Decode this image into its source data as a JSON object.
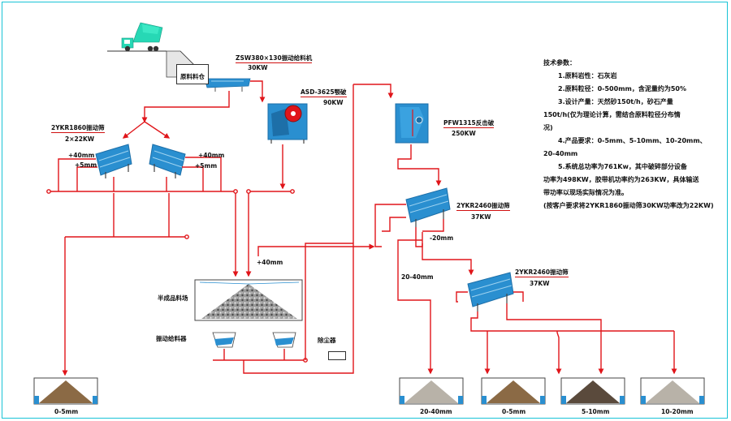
{
  "colors": {
    "flow_line": "#e0151a",
    "equipment": "#2a8fd0",
    "equipment_dark": "#1d6fa8",
    "frame": "#19c3d6",
    "truck": "#27d8b5",
    "stone_light": "#b8b2a8",
    "stone_brown": "#8b6a45",
    "stone_dark": "#5a4a3c"
  },
  "equipment": {
    "feeder": {
      "name": "ZSW380×130振动给料机",
      "power": "30KW"
    },
    "jaw_crusher": {
      "name": "ASD-3625颚破",
      "power": "90KW"
    },
    "screen_left": {
      "name": "2YKR1860振动筛",
      "power": "2×22KW"
    },
    "impact_crusher": {
      "name": "PFW1315反击破",
      "power": "250KW"
    },
    "screen_mid": {
      "name": "2YKR2460振动筛",
      "power": "37KW"
    },
    "screen_low": {
      "name": "2YKR2460振动筛",
      "power": "37KW"
    }
  },
  "labels": {
    "raw_bin": "原料料仓",
    "stockpile": "半成品料场",
    "vibro_feeders": "振动给料器",
    "dust": "除尘器",
    "plus40_a": "+40mm",
    "plus5_a": "+5mm",
    "plus40_b": "+40mm",
    "plus5_b": "+5mm",
    "plus40_c": "+40mm",
    "minus20": "-20mm",
    "range_20_40": "20-40mm"
  },
  "products": [
    {
      "label": "0-5mm",
      "tone": "brown"
    },
    {
      "label": "20-40mm",
      "tone": "light"
    },
    {
      "label": "0-5mm",
      "tone": "brown"
    },
    {
      "label": "5-10mm",
      "tone": "dark"
    },
    {
      "label": "10-20mm",
      "tone": "light"
    }
  ],
  "tech_params": {
    "title": "技术参数：",
    "lines": [
      {
        "text": "1.原料岩性：石灰岩",
        "indent": true
      },
      {
        "text": "2.原料粒径：0-500mm，含泥量约为50%",
        "indent": true
      },
      {
        "text": "3.设计产量：天然砂150t/h，砂石产量",
        "indent": true
      },
      {
        "text": "150t/h(仅为理论计算，需结合原料粒径分布情",
        "indent": false
      },
      {
        "text": "况)",
        "indent": false
      },
      {
        "text": "4.产品要求：0-5mm、5-10mm、10-20mm、",
        "indent": true
      },
      {
        "text": "20-40mm",
        "indent": false
      },
      {
        "text": "5.系统总功率为761Kw，其中破碎部分设备",
        "indent": true
      },
      {
        "text": "功率为498KW，胶带机功率约为263KW，具体输送",
        "indent": false
      },
      {
        "text": "带功率以现场实际情况为准。",
        "indent": false
      },
      {
        "text": "(按客户要求将2YKR1860振动筛30KW功率改为22KW)",
        "indent": false
      }
    ]
  }
}
